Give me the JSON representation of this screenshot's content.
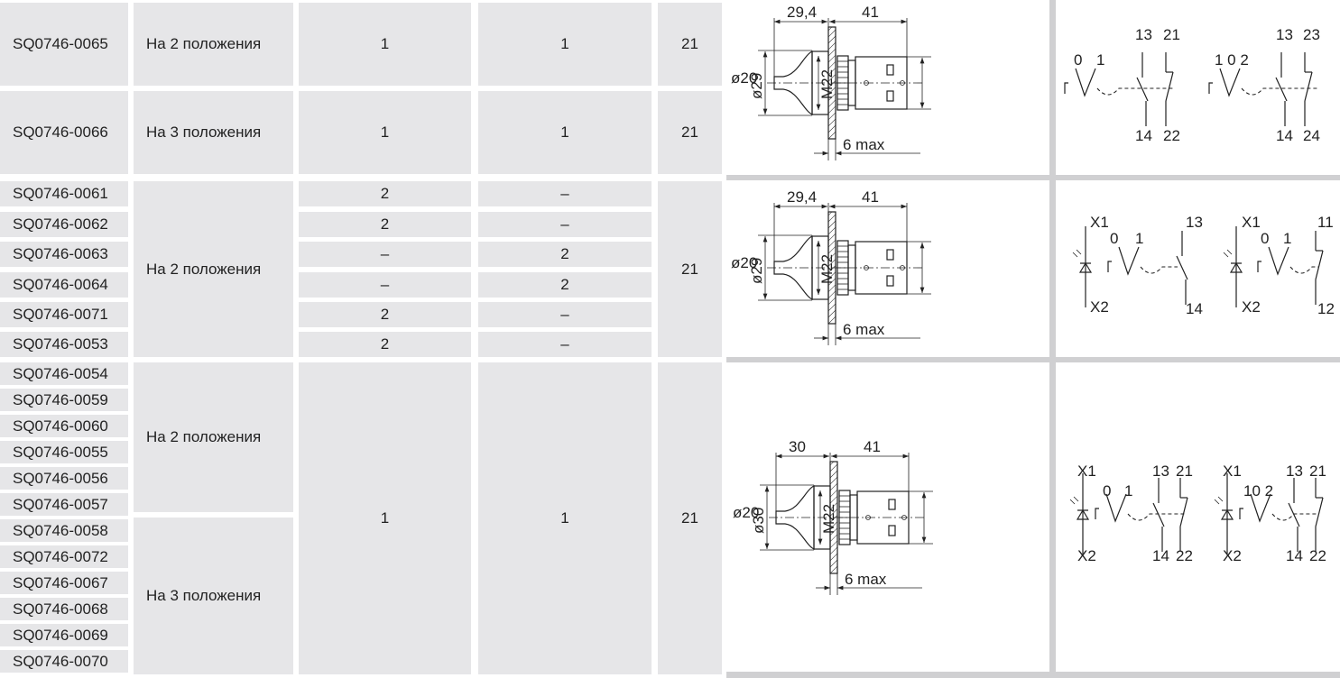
{
  "sections": [
    {
      "rows": [
        {
          "code": "SQ0746-0065",
          "positions": "На 2 положения",
          "col3": "1",
          "col4": "1",
          "col5": "21"
        },
        {
          "code": "SQ0746-0066",
          "positions": "На 3 положения",
          "col3": "1",
          "col4": "1",
          "col5": "21"
        }
      ]
    },
    {
      "positions": "На 2 положения",
      "col5": "21",
      "rows": [
        {
          "code": "SQ0746-0061",
          "col3": "2",
          "col4": "–"
        },
        {
          "code": "SQ0746-0062",
          "col3": "2",
          "col4": "–"
        },
        {
          "code": "SQ0746-0063",
          "col3": "–",
          "col4": "2"
        },
        {
          "code": "SQ0746-0064",
          "col3": "–",
          "col4": "2"
        },
        {
          "code": "SQ0746-0071",
          "col3": "2",
          "col4": "–"
        },
        {
          "code": "SQ0746-0053",
          "col3": "2",
          "col4": "–"
        }
      ]
    },
    {
      "positions_a": "На 2 положения",
      "positions_b": "На 3 положения",
      "col3": "1",
      "col4": "1",
      "col5": "21",
      "rows": [
        "SQ0746-0054",
        "SQ0746-0059",
        "SQ0746-0060",
        "SQ0746-0055",
        "SQ0746-0056",
        "SQ0746-0057",
        "SQ0746-0058",
        "SQ0746-0072",
        "SQ0746-0067",
        "SQ0746-0068",
        "SQ0746-0069",
        "SQ0746-0070"
      ]
    }
  ],
  "drawings": [
    {
      "len_a": "29,4",
      "len_b": "41",
      "dia_knob": "ø29",
      "thread": "M22",
      "dia_body": "ø20",
      "panel": "6 max"
    },
    {
      "len_a": "29,4",
      "len_b": "41",
      "dia_knob": "ø29",
      "thread": "M22",
      "dia_body": "ø20",
      "panel": "6 max"
    },
    {
      "len_a": "30",
      "len_b": "41",
      "dia_knob": "ø30",
      "thread": "M22",
      "dia_body": "ø20",
      "panel": "6 max"
    }
  ],
  "schematics": {
    "s1": {
      "a_pos": [
        "0",
        "1"
      ],
      "a_top": [
        "13",
        "21"
      ],
      "a_bot": [
        "14",
        "22"
      ],
      "b_pos": "1 0 2",
      "b_top": [
        "13",
        "23"
      ],
      "b_bot": [
        "14",
        "24"
      ]
    },
    "s2": {
      "x1": "X1",
      "x2": "X2",
      "a_pos": [
        "0",
        "1"
      ],
      "a_top": "13",
      "a_bot": "14",
      "b_pos": [
        "0",
        "1"
      ],
      "b_top": "11",
      "b_bot": "12"
    },
    "s3": {
      "x1": "X1",
      "x2": "X2",
      "a_pos": [
        "0",
        "1"
      ],
      "a_top": [
        "13",
        "21"
      ],
      "a_bot": [
        "14",
        "22"
      ],
      "b_pos": "10 2",
      "b_top": [
        "13",
        "21"
      ],
      "b_bot": [
        "14",
        "22"
      ]
    }
  }
}
